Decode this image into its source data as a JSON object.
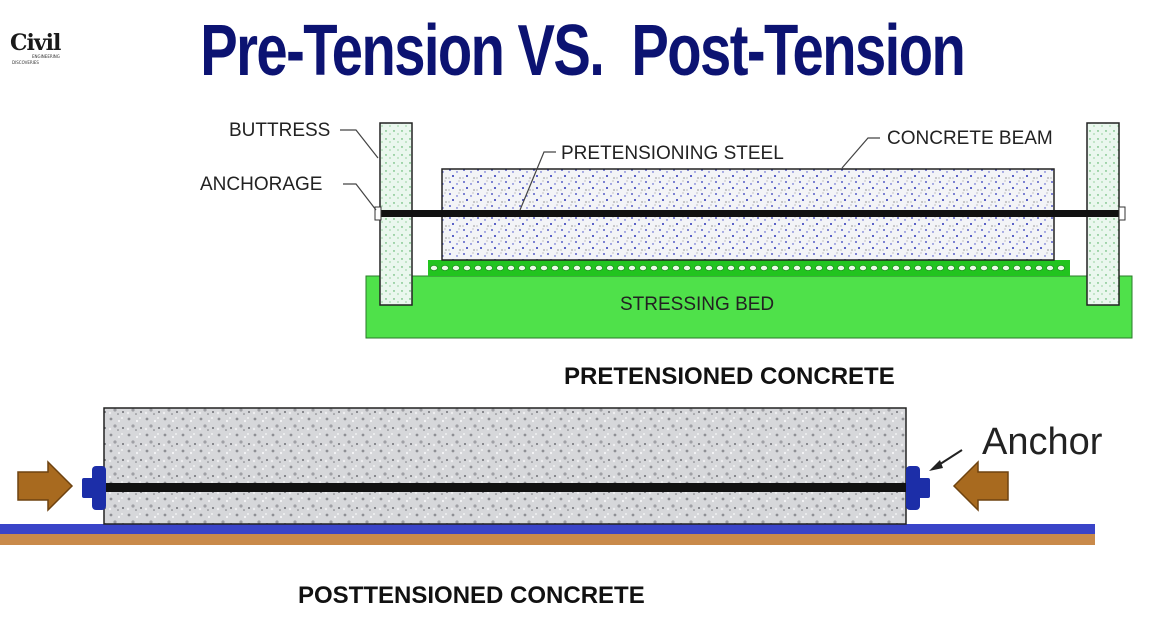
{
  "title": "Pre-Tension VS.  Post-Tension",
  "logo": {
    "text": "Civil",
    "subtitle": "ENGINEERING",
    "subtitle2": "DISCOVERIES"
  },
  "pretension": {
    "labels": {
      "buttress": "BUTTRESS",
      "anchorage": "ANCHORAGE",
      "pretensioning_steel": "PRETENSIONING STEEL",
      "concrete_beam": "CONCRETE BEAM",
      "stressing_bed": "STRESSING BED"
    },
    "caption": "PRETENSIONED CONCRETE"
  },
  "posttension": {
    "labels": {
      "anchor": "Anchor"
    },
    "caption": "POSTTENSIONED CONCRETE"
  },
  "colors": {
    "title": "#0c1372",
    "stressing_bed": "#4fe14a",
    "bed_top": "#22c41f",
    "beam_fill": "#f3f4f7",
    "beam_dots": "#2a33b8",
    "tendon": "#111111",
    "anchor_plate": "#1c2ea8",
    "arrow": "#a86a1f",
    "ground_blue": "#3a44c8",
    "ground_brown": "#c98a4a"
  }
}
